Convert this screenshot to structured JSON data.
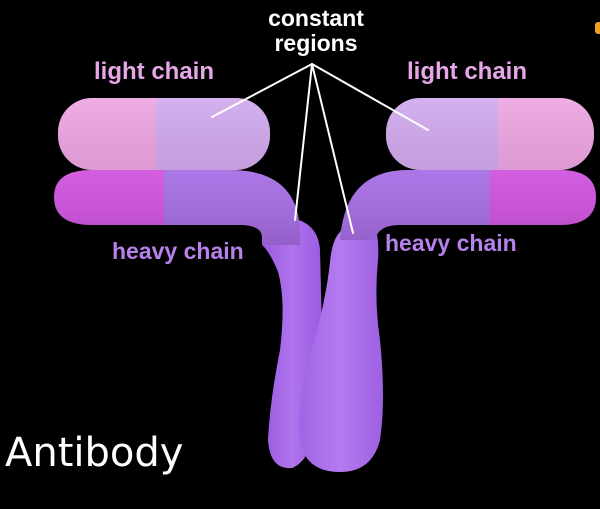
{
  "diagram": {
    "title": "Antibody",
    "labels": {
      "light_chain_left": "light chain",
      "light_chain_right": "light chain",
      "heavy_chain_left": "heavy chain",
      "heavy_chain_right": "heavy chain",
      "constant_regions_line1": "constant",
      "constant_regions_line2": "regions"
    },
    "colors": {
      "background": "#000000",
      "light_chain_variable": "#f0a6e4",
      "light_chain_constant": "#d3aaf0",
      "heavy_chain_variable": "#d04ee0",
      "heavy_chain_constant": "#a56ae6",
      "pointer_lines": "#ffffff"
    }
  }
}
